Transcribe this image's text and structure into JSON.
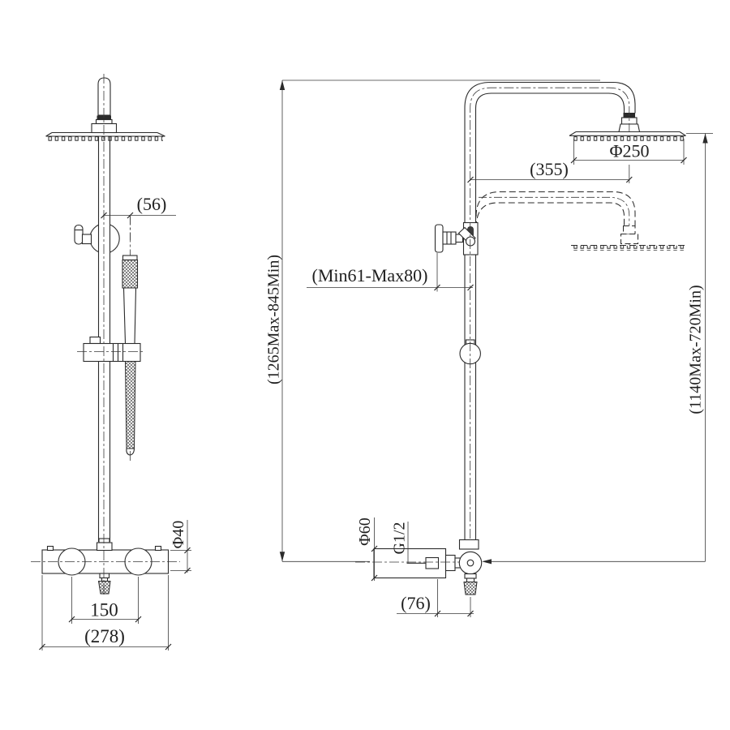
{
  "drawing": {
    "front_view": {
      "dims": {
        "handshower_offset": "(56)",
        "valve_body_diameter": "Φ40",
        "inlet_centers": "150",
        "overall_width": "(278)"
      }
    },
    "side_view": {
      "dims": {
        "head_diameter": "Φ250",
        "arm_reach": "(355)",
        "wall_distance_range": "(Min61-Max80)",
        "total_height_range": "(1265Max-845Min)",
        "head_height_range": "(1140Max-720Min)",
        "valve_diameter": "Φ60",
        "thread_size": "G1/2",
        "outlet_offset": "(76)"
      }
    }
  }
}
